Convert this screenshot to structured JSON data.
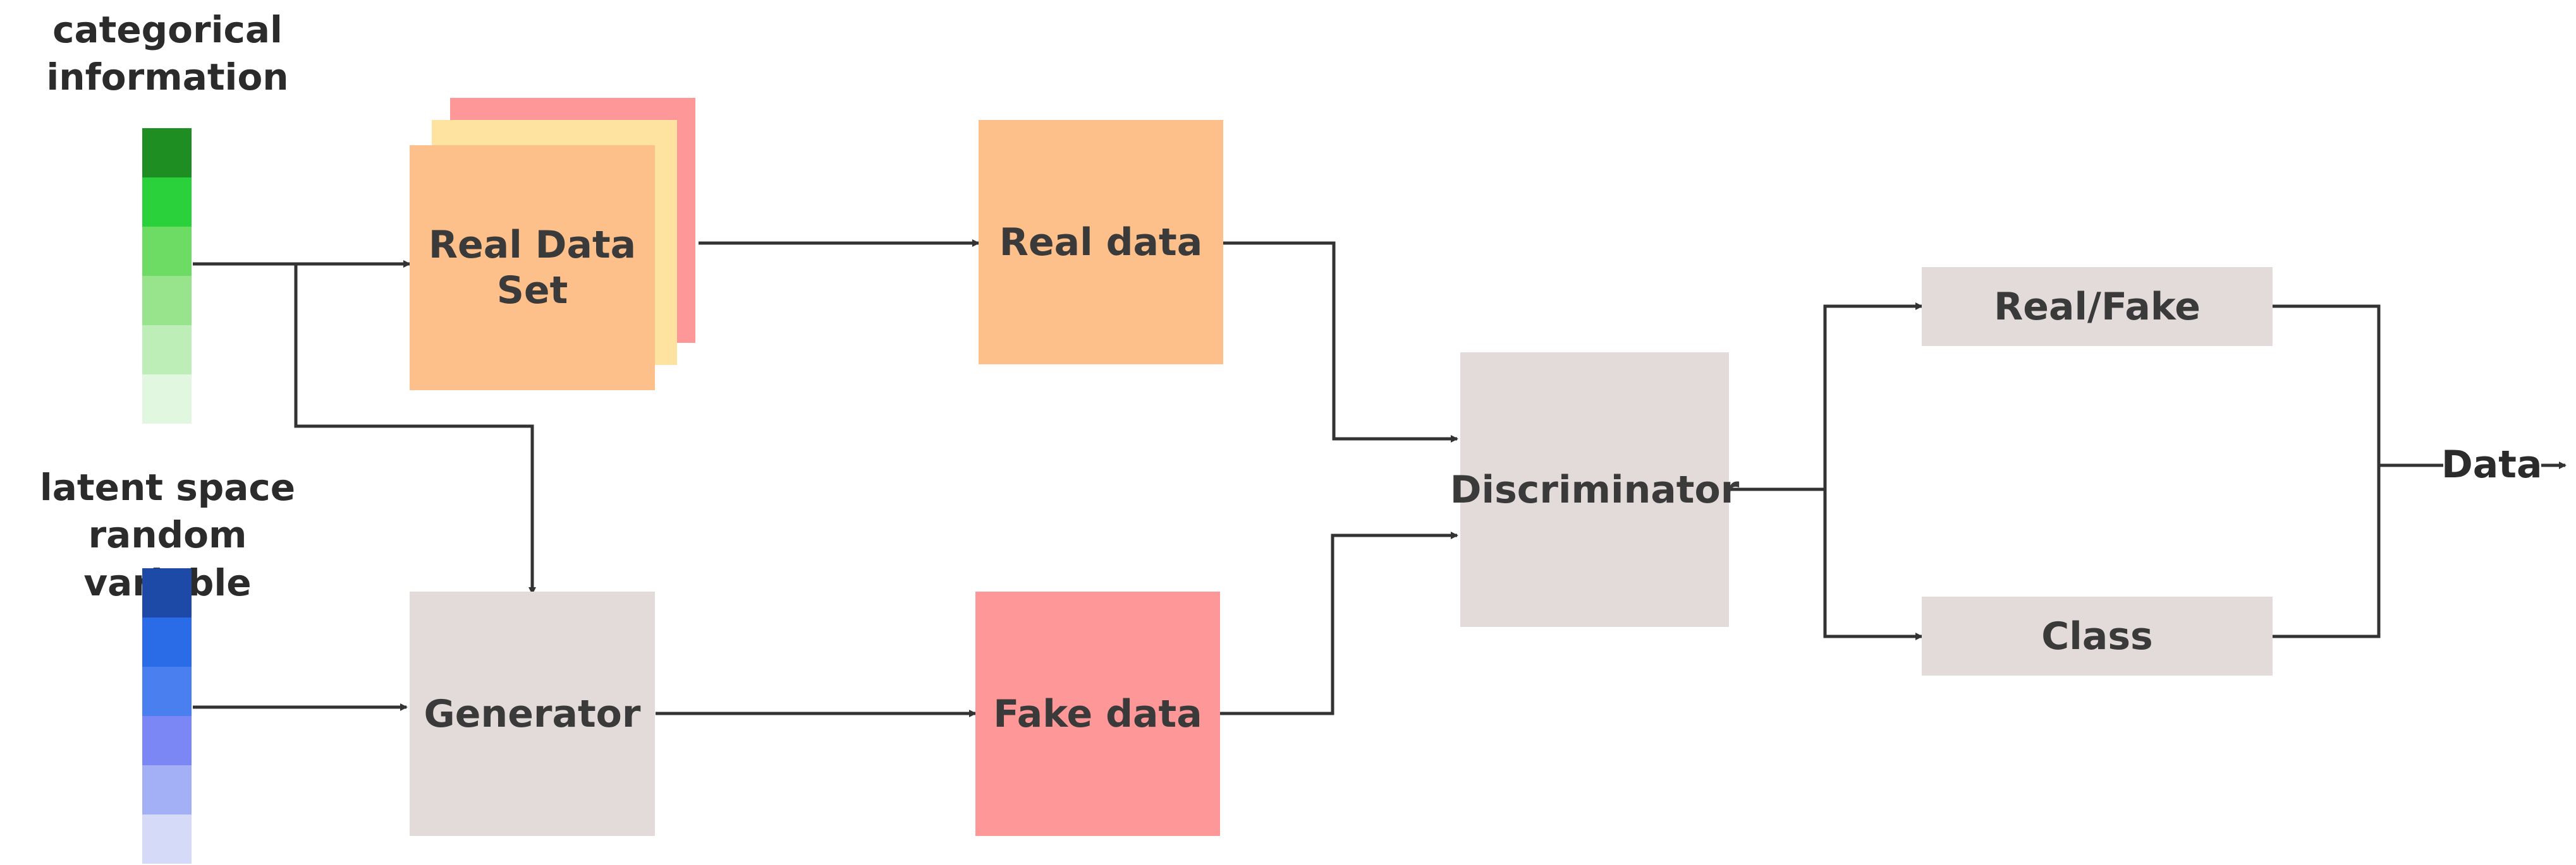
{
  "labels": {
    "categorical": "categorical\ninformation",
    "latent": "latent space\nrandom variable",
    "output": "Data"
  },
  "nodes": {
    "real_data_set": "Real Data\nSet",
    "real_data": "Real data",
    "generator": "Generator",
    "fake_data": "Fake data",
    "discriminator": "Discriminator",
    "real_fake": "Real/Fake",
    "class": "Class"
  },
  "colors": {
    "orange": "#fdc08b",
    "yellow": "#fde39f",
    "pink": "#fe9797",
    "gray": "#e2dbd9",
    "line": "#333333",
    "green_strip": [
      "#1e8e22",
      "#2bd13a",
      "#6cdc64",
      "#98e48c",
      "#bdeeb8",
      "#e2f7df"
    ],
    "blue_strip": [
      "#1c4aa6",
      "#2a6be8",
      "#4a7ff0",
      "#7b87f5",
      "#a4b0f5",
      "#d6daf9"
    ]
  }
}
